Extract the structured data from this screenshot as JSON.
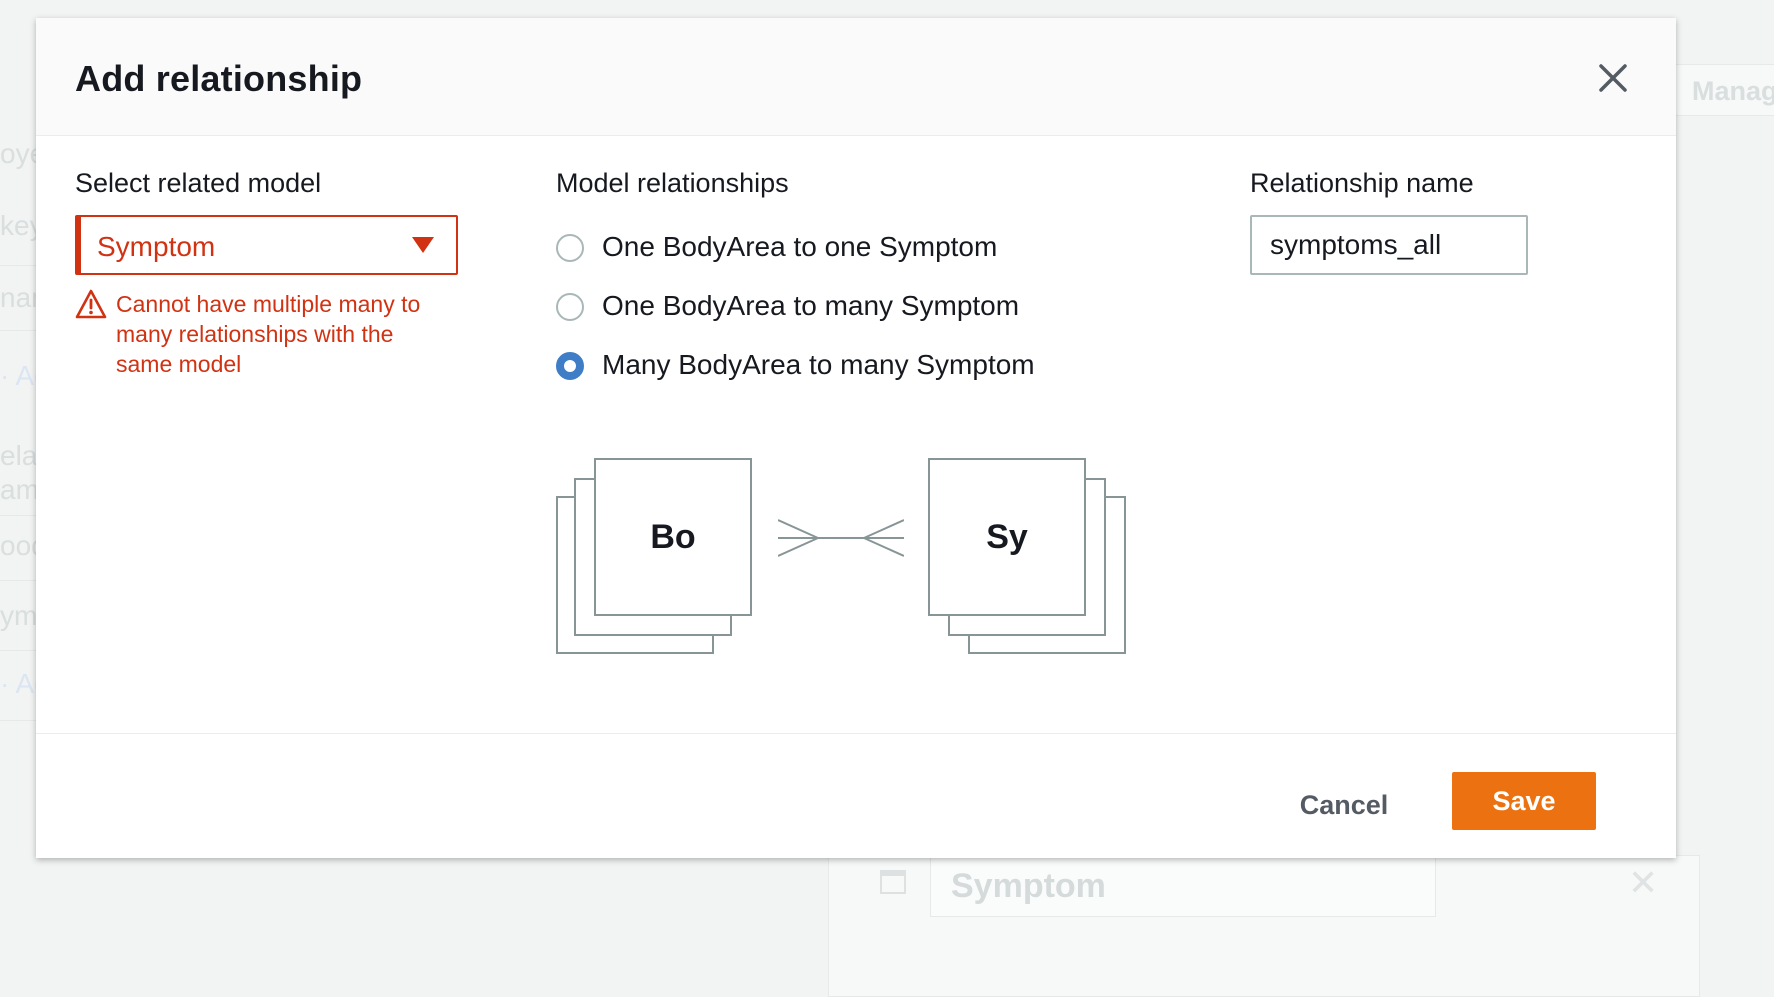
{
  "background": {
    "manage_label": "Manag",
    "fragments": [
      "oye",
      "key",
      "nan",
      "· Ad",
      "elat",
      "ame",
      "ood",
      "ym",
      "· Ad"
    ],
    "bottom_input_value": "Symptom"
  },
  "modal": {
    "title": "Add relationship",
    "close_icon": "close-icon",
    "related_model": {
      "label": "Select related model",
      "selected": "Symptom",
      "error": "Cannot have multiple many to many relationships with the same model"
    },
    "relationships": {
      "label": "Model relationships",
      "options": [
        {
          "label": "One BodyArea to one Symptom",
          "checked": false
        },
        {
          "label": "One BodyArea to many Symptom",
          "checked": false
        },
        {
          "label": "Many BodyArea to many Symptom",
          "checked": true
        }
      ]
    },
    "relationship_name": {
      "label": "Relationship name",
      "value": "symptoms_all"
    },
    "diagram": {
      "left_label": "Bo",
      "right_label": "Sy",
      "connector": "many-to-many"
    },
    "footer": {
      "cancel_label": "Cancel",
      "save_label": "Save"
    }
  },
  "colors": {
    "error": "#d13212",
    "primary": "#ec7211",
    "radio_checked": "#3f7ec7"
  }
}
